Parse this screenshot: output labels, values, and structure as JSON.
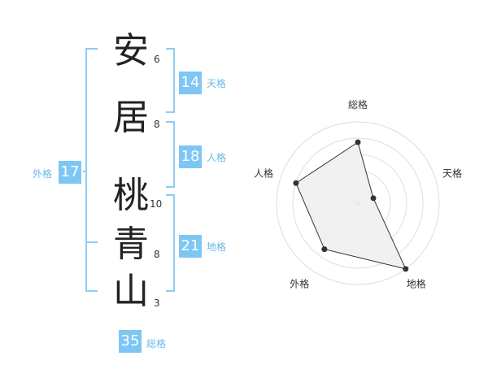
{
  "name": {
    "surname": [
      {
        "char": "安",
        "strokes": "6"
      },
      {
        "char": "居",
        "strokes": "8"
      }
    ],
    "given": [
      {
        "char": "桃",
        "strokes": "10"
      },
      {
        "char": "青",
        "strokes": "8"
      },
      {
        "char": "山",
        "strokes": "3"
      }
    ]
  },
  "fortunes": {
    "tenkaku": {
      "value": "14",
      "label": "天格"
    },
    "jinkaku": {
      "value": "18",
      "label": "人格"
    },
    "chikaku": {
      "value": "21",
      "label": "地格"
    },
    "gaikaku": {
      "value": "17",
      "label": "外格"
    },
    "soukaku": {
      "value": "35",
      "label": "総格"
    }
  },
  "radar": {
    "axes": [
      "総格",
      "天格",
      "地格",
      "外格",
      "人格"
    ],
    "values": [
      0.75,
      0.2,
      1.0,
      0.7,
      0.8
    ],
    "ring_count": 5,
    "colors": {
      "fill": "#efefef",
      "stroke": "#333333",
      "ring": "#dddddd",
      "point": "#333333"
    }
  },
  "colors": {
    "accent": "#7ec6f4",
    "bracket": "#8fcdf5",
    "label": "#6cb8e8"
  }
}
